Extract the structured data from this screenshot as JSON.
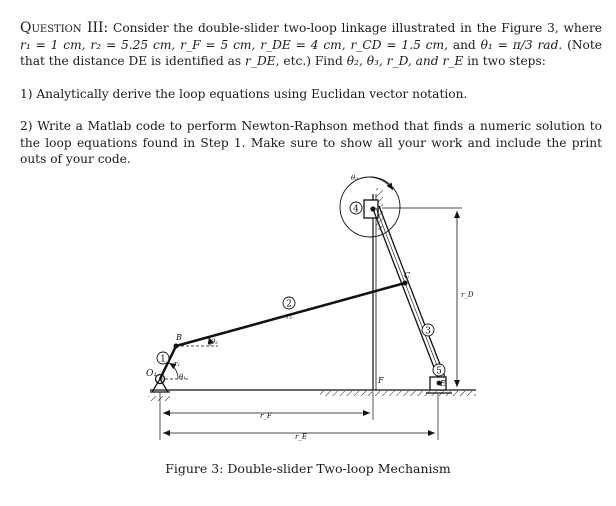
{
  "question": {
    "label": "Question III:",
    "p1": " Consider the double-slider two-loop linkage illustrated in the Figure 3, where ",
    "r1": "r₁ = 1 cm, ",
    "r2": "r₂ = 5.25 cm, ",
    "rF": "r_F = 5 cm, ",
    "rDE": "r_DE = 4 cm, ",
    "rCD": "r_CD = 1.5 cm, ",
    "and": "and ",
    "theta1": "θ₁ = π/3 rad.",
    "p2": " (Note that the distance DE is identified as ",
    "rDE_sym": "r_DE",
    "p3": ", etc.) Find ",
    "unknowns": "θ₂, θ₃, r_D, and r_E",
    "p4": " in two steps:"
  },
  "step1": "1) Analytically derive the loop equations using Euclidan vector notation.",
  "step2": "2) Write a Matlab code to perform Newton-Raphson method that finds a numeric solution to the loop equations found in Step 1. Make sure to show all your work and include the print outs of your code.",
  "figure": {
    "labels": {
      "O1": "O₁",
      "B": "B",
      "C": "C",
      "F": "F",
      "E": "E",
      "r1": "r₁",
      "r2": "r₂",
      "rF": "r_F",
      "rE": "r_E",
      "rD": "r_D",
      "theta1": "θ₁",
      "theta2": "θ₂",
      "theta3": "θ₃",
      "link1": "1",
      "link2": "2",
      "link3": "3",
      "link4": "4",
      "link5": "5"
    },
    "caption": "Figure 3: Double-slider Two-loop Mechanism"
  }
}
